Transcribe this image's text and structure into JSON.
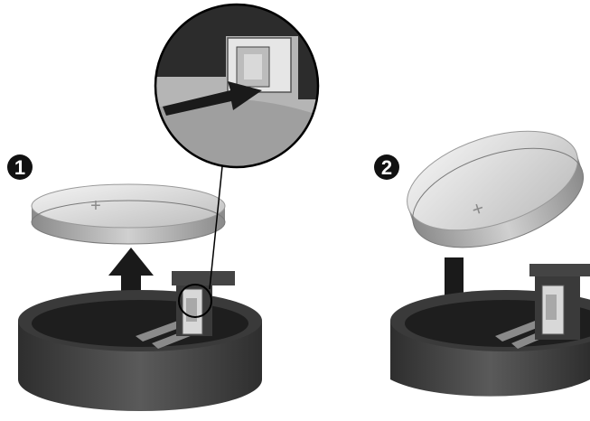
{
  "steps": [
    {
      "number": "1",
      "action": "remove-battery",
      "arrow_direction": "up"
    },
    {
      "number": "2",
      "action": "insert-battery",
      "arrow_direction": "down"
    }
  ],
  "battery": {
    "mark": "+"
  },
  "colors": {
    "holder_dark": "#3a3a3a",
    "holder_mid": "#6b6b6b",
    "battery_light": "#e2e2e2",
    "battery_edge": "#9a9a9a",
    "arrow": "#1a1a1a",
    "callout_bg": "#b5b5b5",
    "badge": "#111111"
  },
  "icons": [
    "step-1-badge",
    "step-2-badge",
    "up-arrow-icon",
    "down-arrow-icon",
    "push-arrow-icon",
    "magnifier-callout"
  ]
}
